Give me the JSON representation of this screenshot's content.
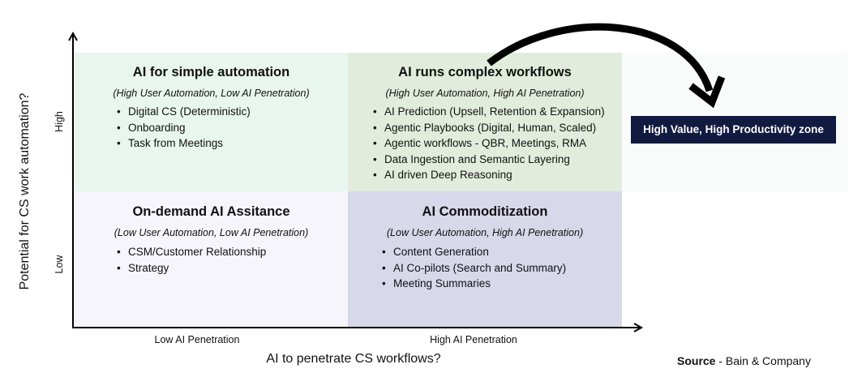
{
  "quadrants": {
    "top_left": {
      "title": "AI  for simple automation",
      "subtitle": "(High User Automation, Low AI Penetration)",
      "items": [
        "Digital CS (Deterministic)",
        "Onboarding",
        "Task from Meetings"
      ]
    },
    "top_right": {
      "title": "AI runs complex workflows",
      "subtitle": "(High User Automation, High AI Penetration)",
      "items": [
        "AI Prediction (Upsell, Retention & Expansion)",
        "Agentic Playbooks (Digital, Human, Scaled)",
        "Agentic workflows -  QBR, Meetings, RMA",
        "Data Ingestion and Semantic Layering",
        "AI driven Deep Reasoning"
      ]
    },
    "bottom_left": {
      "title": "On-demand AI Assitance",
      "subtitle": "(Low User Automation, Low AI Penetration)",
      "items": [
        "CSM/Customer Relationship",
        "Strategy"
      ]
    },
    "bottom_right": {
      "title": "AI Commoditization",
      "subtitle": "(Low User Automation, High AI Penetration)",
      "items": [
        "Content Generation",
        "AI Co-pilots (Search and Summary)",
        "Meeting Summaries"
      ]
    }
  },
  "zone_label": "High Value, High Productivity zone",
  "axes": {
    "y_title": "Potential for CS work automation?",
    "y_high": "High",
    "y_low": "Low",
    "x_title": "AI to penetrate CS workflows?",
    "x_low": "Low AI Penetration",
    "x_high": "High AI Penetration"
  },
  "source": {
    "label": "Source",
    "text": " - Bain & Company"
  },
  "colors": {
    "top_left": "#e9f6ee",
    "top_right": "#e2ecdc",
    "bottom_left": "#f6f5fb",
    "bottom_right": "#d7d8e9",
    "zone_box": "#111a40"
  }
}
